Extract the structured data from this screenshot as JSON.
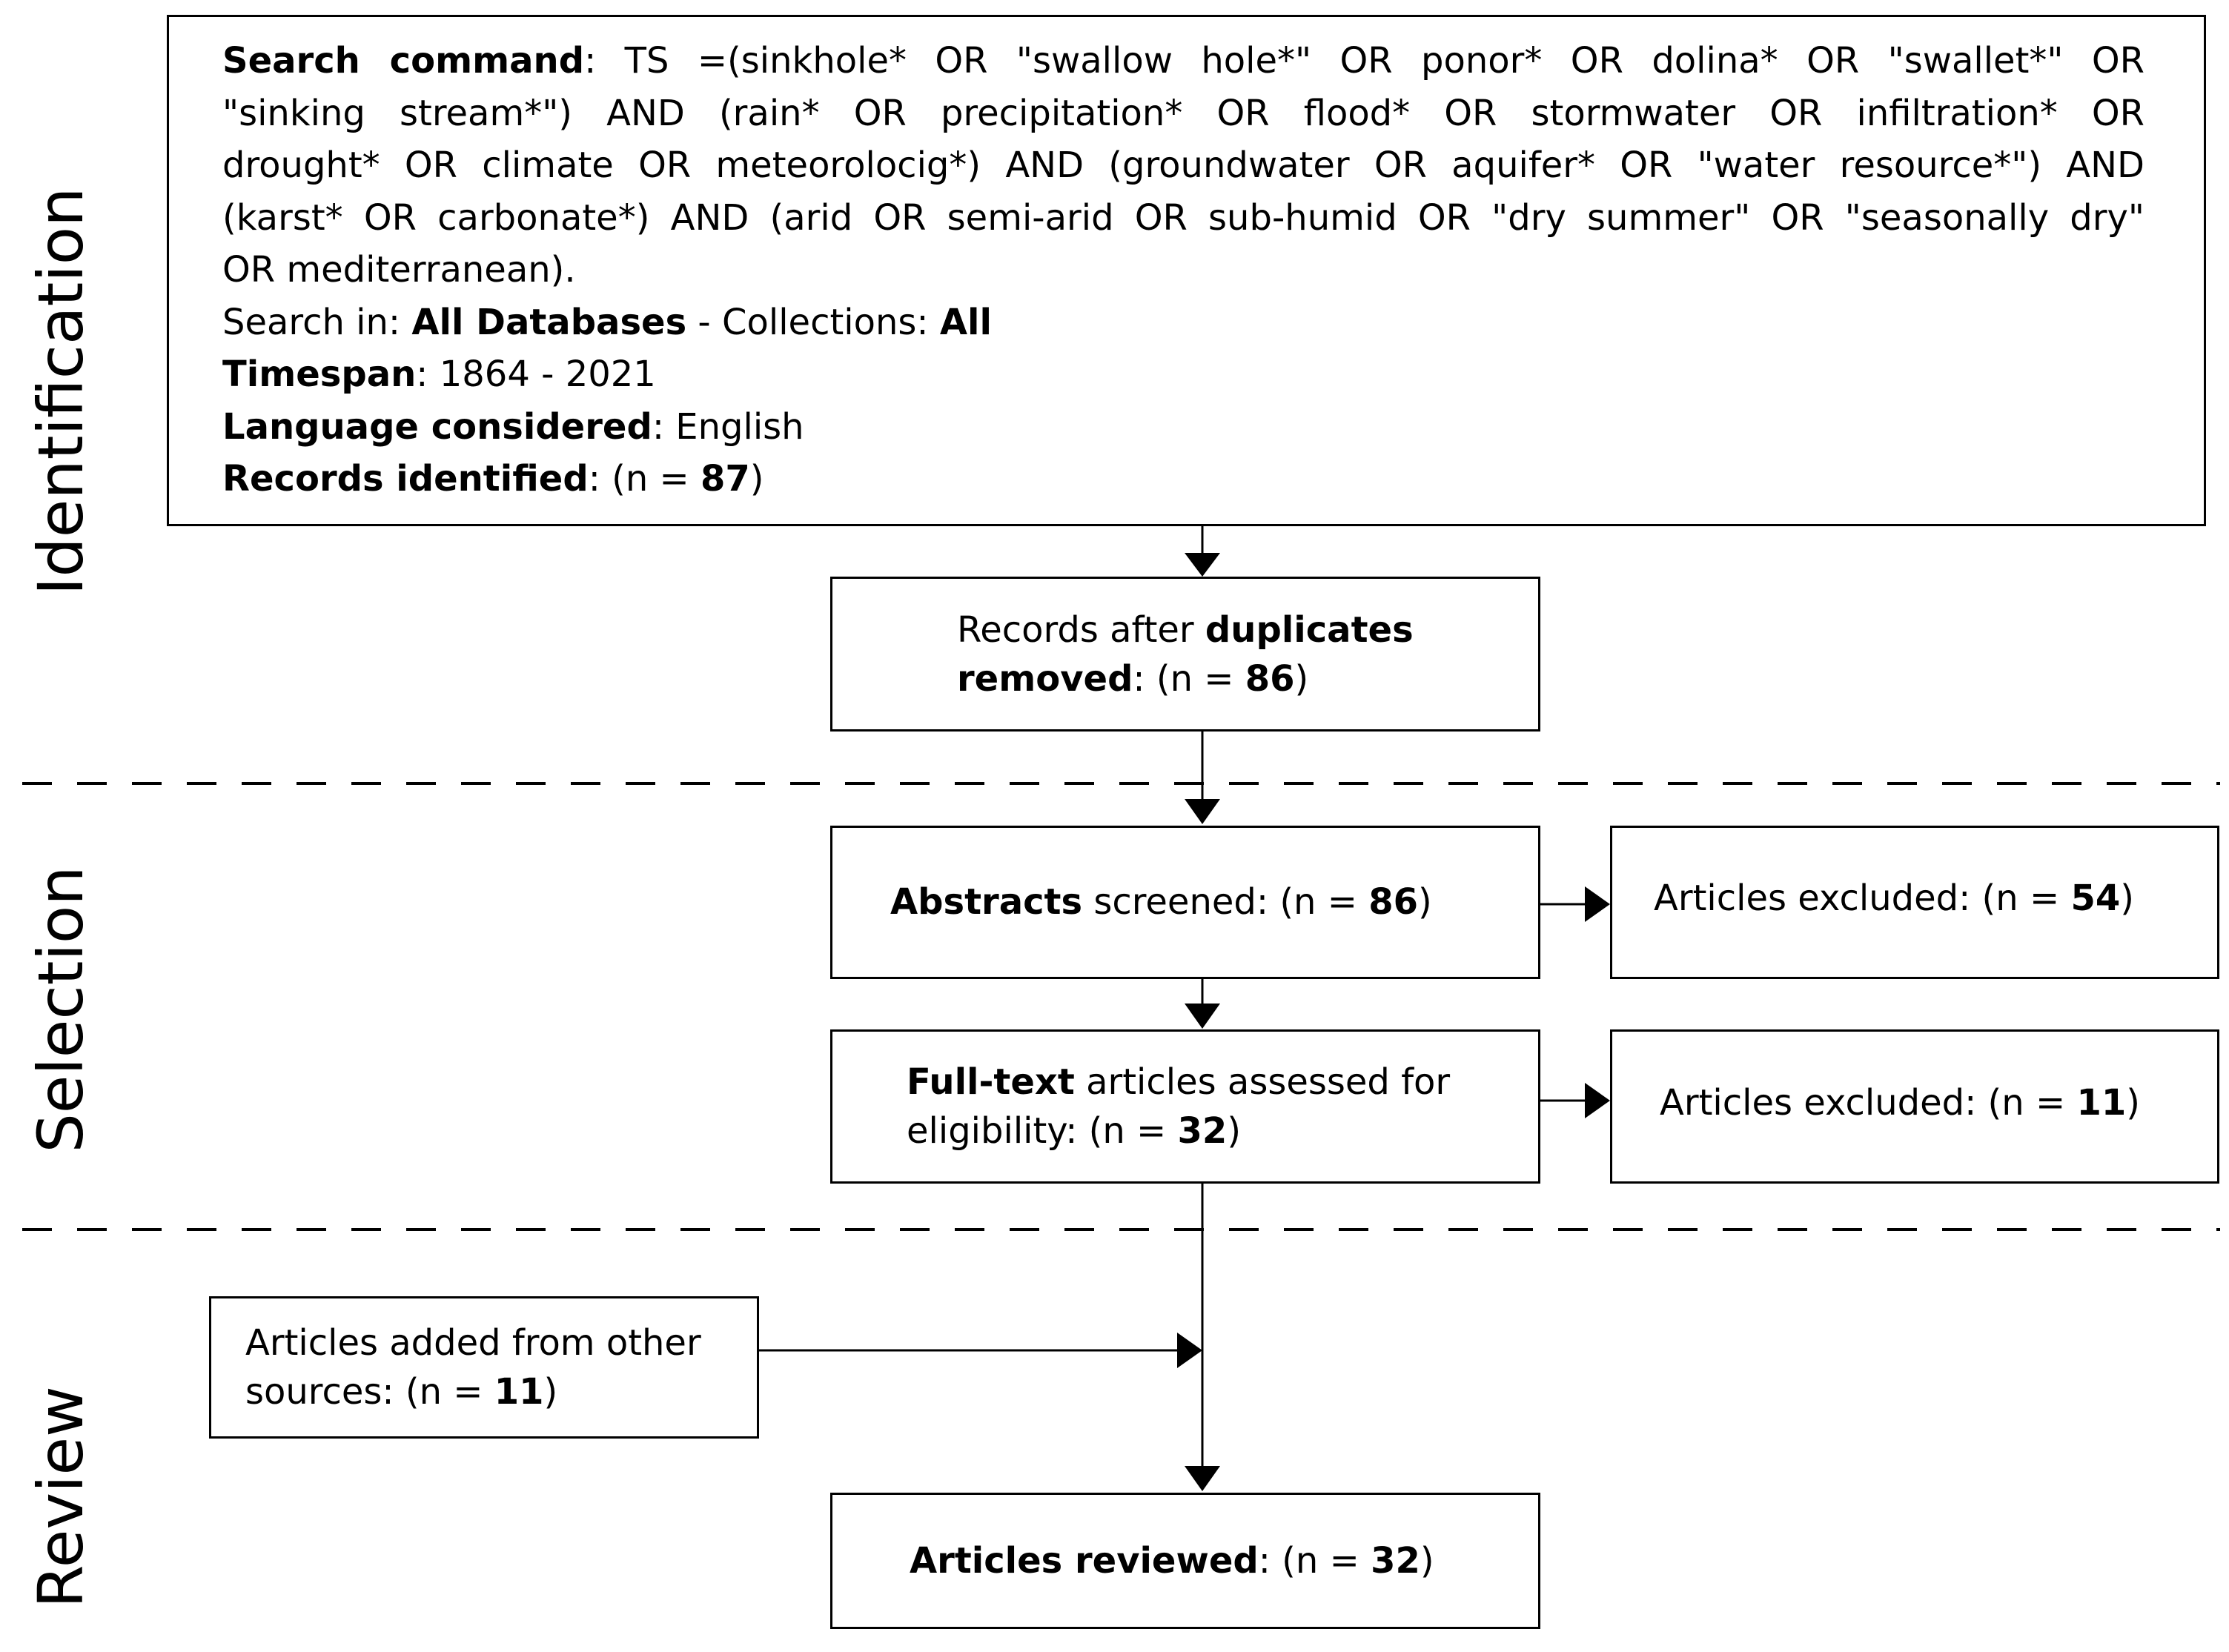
{
  "stages": {
    "identification": "Identification",
    "selection": "Selection",
    "review": "Review"
  },
  "search_box": {
    "command_label": "Search command",
    "command_lines": [
      ": TS =(sinkhole* OR \"swallow hole*\" OR ponor* OR dolina* OR \"swallet*\" OR",
      "\"sinking stream*\") AND (rain* OR precipitation* OR flood* OR stormwater OR infiltration* OR",
      "drought* OR climate OR meteorolocig*) AND (groundwater OR aquifer* OR \"water resource*\") AND",
      "(karst* OR carbonate*) AND (arid OR semi-arid OR sub-humid OR \"dry summer\" OR \"seasonally dry\"",
      "OR  mediterranean)."
    ],
    "search_in_prefix": "Search in: ",
    "databases": "All Databases",
    "collections_prefix": " - Collections: ",
    "collections": "All",
    "timespan_label": "Timespan",
    "timespan_value": ": 1864 - 2021",
    "language_label": "Language considered",
    "language_value": ": English",
    "records_label": "Records identified",
    "records_prefix": ": (n = ",
    "records_n": "87",
    "records_suffix": ")"
  },
  "duplicates_box": {
    "prefix": "Records after ",
    "bold1": "duplicates",
    "bold2": "removed",
    "middle": ": (n = ",
    "n": "86",
    "suffix": ")"
  },
  "abstracts_box": {
    "bold": "Abstracts",
    "text": " screened: (n = ",
    "n": "86",
    "suffix": ")"
  },
  "excluded_1": {
    "text": "Articles excluded: (n = ",
    "n": "54",
    "suffix": ")"
  },
  "fulltext_box": {
    "bold": "Full-text",
    "text1": " articles assessed for",
    "text2": "eligibility: (n = ",
    "n": "32",
    "suffix": ")"
  },
  "excluded_2": {
    "text": "Articles excluded: (n = ",
    "n": "11",
    "suffix": ")"
  },
  "added_box": {
    "line1": "Articles added from other",
    "line2": "sources: (n = ",
    "n": "11",
    "suffix": ")"
  },
  "reviewed_box": {
    "bold": "Articles reviewed",
    "text": ": (n = ",
    "n": "32",
    "suffix": ")"
  }
}
